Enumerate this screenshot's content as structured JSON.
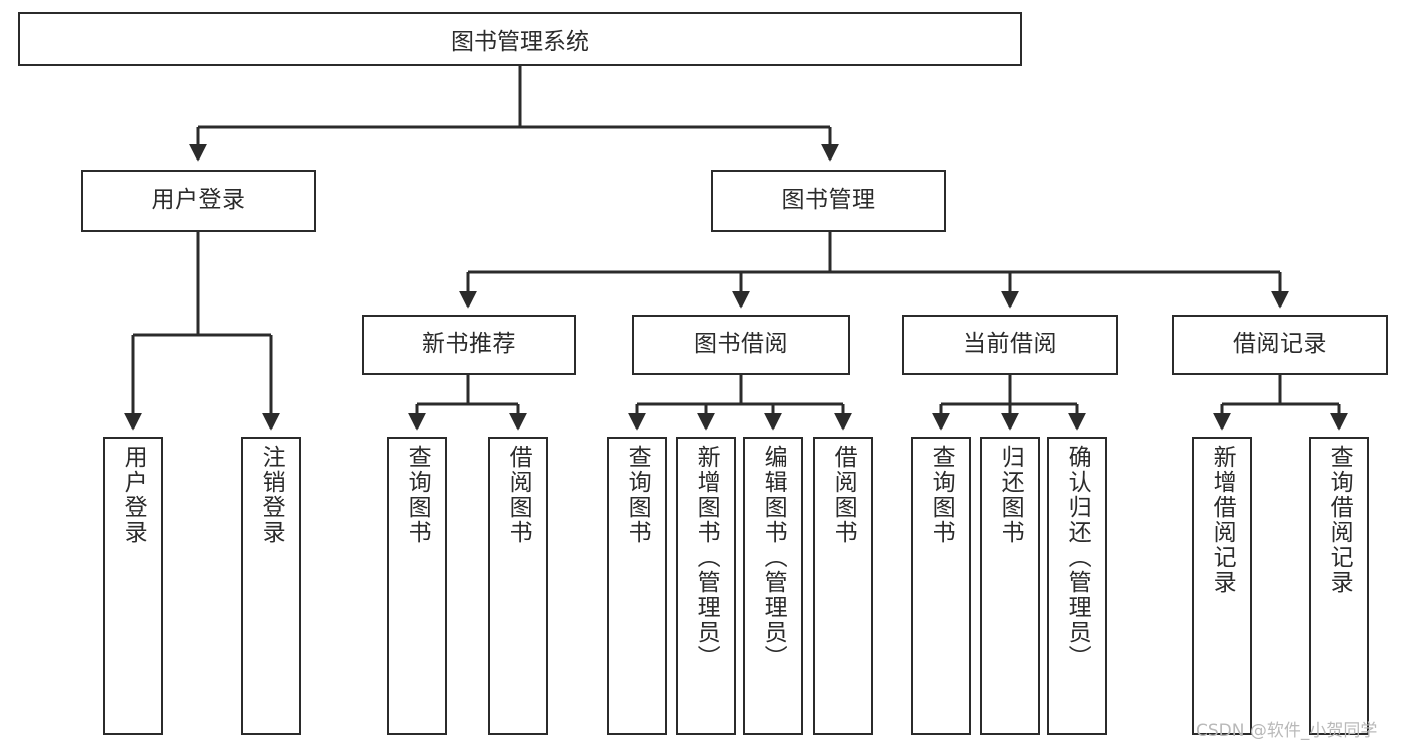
{
  "diagram": {
    "type": "tree",
    "title": "图书管理系统",
    "background_color": "#ffffff",
    "line_color": "#2b2b2b",
    "text_color": "#2b2b2b",
    "nodes": {
      "root": {
        "label": "图书管理系统"
      },
      "user_login": {
        "label": "用户登录"
      },
      "book_manage": {
        "label": "图书管理"
      },
      "new_book_rec": {
        "label": "新书推荐"
      },
      "book_borrow": {
        "label": "图书借阅"
      },
      "current_borrow": {
        "label": "当前借阅"
      },
      "borrow_record": {
        "label": "借阅记录"
      },
      "leaf_user_login": {
        "label": "用户登录"
      },
      "leaf_logout": {
        "label": "注销登录"
      },
      "leaf_query_book_1": {
        "label": "查询图书"
      },
      "leaf_borrow_book_1": {
        "label": "借阅图书"
      },
      "leaf_query_book_2": {
        "label": "查询图书"
      },
      "leaf_add_book": {
        "label": "新增图书（管理员）"
      },
      "leaf_edit_book": {
        "label": "编辑图书（管理员）"
      },
      "leaf_borrow_book_2": {
        "label": "借阅图书"
      },
      "leaf_query_book_3": {
        "label": "查询图书"
      },
      "leaf_return_book": {
        "label": "归还图书"
      },
      "leaf_confirm_return": {
        "label": "确认归还（管理员）"
      },
      "leaf_add_record": {
        "label": "新增借阅记录"
      },
      "leaf_query_record": {
        "label": "查询借阅记录"
      }
    }
  },
  "watermark": {
    "text": "CSDN @软件_小贺同学"
  }
}
